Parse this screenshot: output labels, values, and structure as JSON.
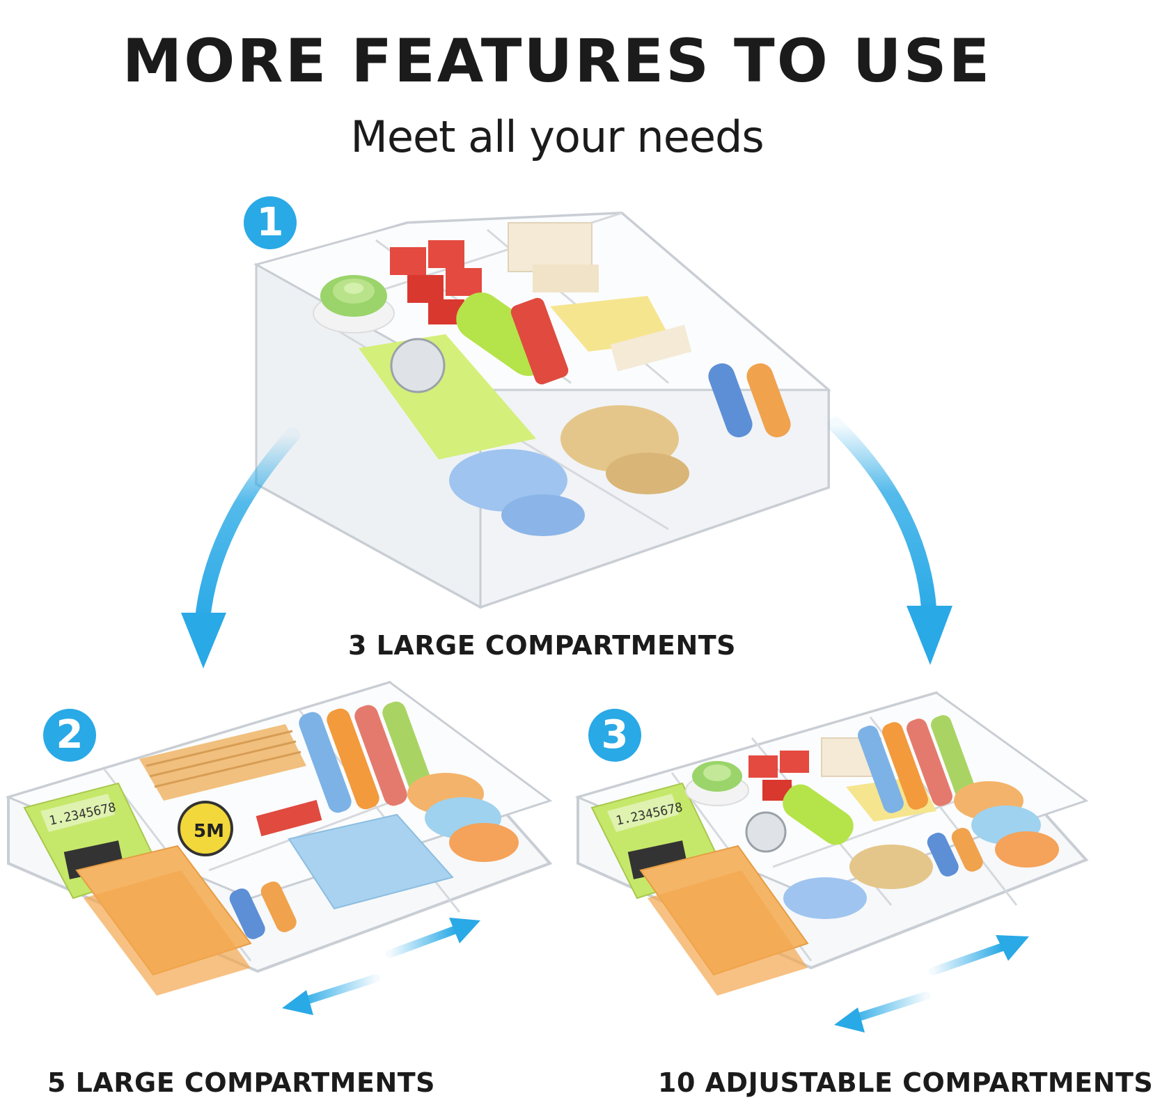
{
  "header": {
    "title": "MORE FEATURES TO USE",
    "subtitle": "Meet all your needs"
  },
  "steps": [
    {
      "number": "1",
      "caption": "3 LARGE COMPARTMENTS"
    },
    {
      "number": "2",
      "caption": "5 LARGE COMPARTMENTS"
    },
    {
      "number": "3",
      "caption": "10 ADJUSTABLE COMPARTMENTS"
    }
  ],
  "products": {
    "calculator_display_left": "1.2345678",
    "calculator_display_right": "1.2345678",
    "tape_measure_label": "5M"
  },
  "colors": {
    "accent_blue": "#29a9e6",
    "title_text": "#1b1b1b",
    "acrylic_edge": "#c9ced4"
  }
}
